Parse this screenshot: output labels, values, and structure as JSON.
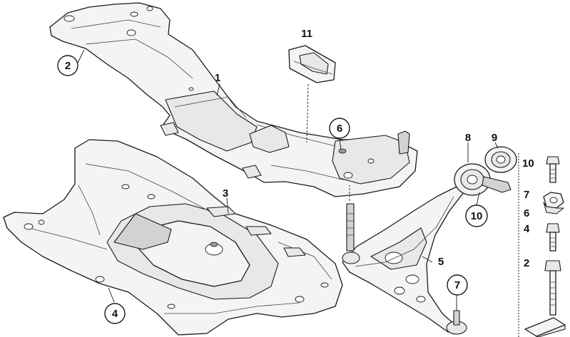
{
  "callouts": {
    "c1": "1",
    "c2": "2",
    "c3": "3",
    "c4": "4",
    "c5": "5",
    "c6": "6",
    "c7": "7",
    "c8": "8",
    "c9": "9",
    "c10": "10",
    "c11": "11"
  },
  "legend": {
    "items": [
      {
        "number": "10",
        "icon": "bolt-icon"
      },
      {
        "number": "7",
        "icon": "hex-nut-icon"
      },
      {
        "number": "6",
        "icon": "hex-nut-icon"
      },
      {
        "number": "4",
        "icon": "short-bolt-icon"
      },
      {
        "number": "2",
        "icon": "long-bolt-icon"
      }
    ],
    "ref_icon": "arrow-tag-icon"
  }
}
